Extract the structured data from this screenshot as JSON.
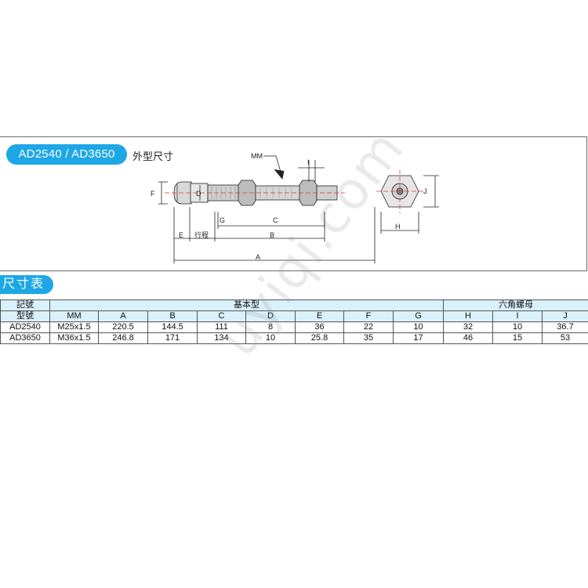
{
  "header": {
    "model_label": "AD2540 / AD3650",
    "subtitle": "外型尺寸"
  },
  "drawing": {
    "labels": {
      "mm": "MM",
      "i": "I",
      "f": "F",
      "d": "D",
      "g": "G",
      "c": "C",
      "e": "E",
      "stroke": "行程",
      "b": "B",
      "a": "A",
      "h": "H",
      "j": "J"
    }
  },
  "table": {
    "title": "尺寸表",
    "model_header_top": "記號",
    "model_header_bottom": "型號",
    "group_basic": "基本型",
    "group_nut": "六角螺母",
    "columns": [
      "MM",
      "A",
      "B",
      "C",
      "D",
      "E",
      "F",
      "G",
      "H",
      "I",
      "J"
    ],
    "rows": [
      {
        "model": "AD2540",
        "values": [
          "M25x1.5",
          "220.5",
          "144.5",
          "111",
          "8",
          "36",
          "22",
          "10",
          "32",
          "10",
          "36.7"
        ]
      },
      {
        "model": "AD3650",
        "values": [
          "M36x1.5",
          "246.8",
          "171",
          "134",
          "10",
          "25.8",
          "35",
          "17",
          "46",
          "15",
          "53"
        ]
      }
    ]
  },
  "watermark": "uyiqi.com",
  "colors": {
    "accent": "#1da7e6",
    "table_header_bg": "#daf0fb",
    "center_line": "#e03030"
  }
}
